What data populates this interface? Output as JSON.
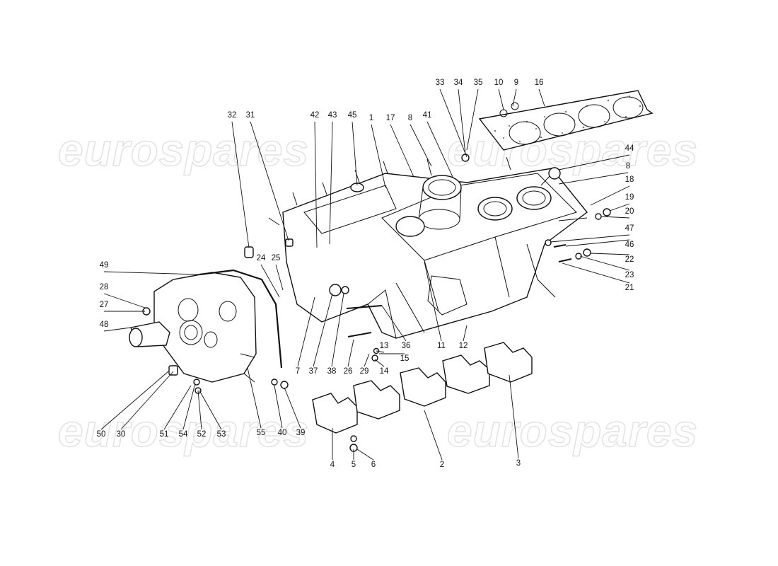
{
  "watermarks": [
    {
      "id": "wm-1",
      "text": "eurospares"
    },
    {
      "id": "wm-2",
      "text": "eurospares"
    },
    {
      "id": "wm-3",
      "text": "eurospares"
    },
    {
      "id": "wm-4",
      "text": "eurospares"
    }
  ],
  "callouts": [
    {
      "label": "1"
    },
    {
      "label": "2"
    },
    {
      "label": "3"
    },
    {
      "label": "4"
    },
    {
      "label": "5"
    },
    {
      "label": "6"
    },
    {
      "label": "7"
    },
    {
      "label": "8"
    },
    {
      "label": "8"
    },
    {
      "label": "9"
    },
    {
      "label": "10"
    },
    {
      "label": "11"
    },
    {
      "label": "12"
    },
    {
      "label": "13"
    },
    {
      "label": "14"
    },
    {
      "label": "15"
    },
    {
      "label": "16"
    },
    {
      "label": "17"
    },
    {
      "label": "18"
    },
    {
      "label": "19"
    },
    {
      "label": "20"
    },
    {
      "label": "21"
    },
    {
      "label": "22"
    },
    {
      "label": "23"
    },
    {
      "label": "24"
    },
    {
      "label": "25"
    },
    {
      "label": "26"
    },
    {
      "label": "27"
    },
    {
      "label": "28"
    },
    {
      "label": "29"
    },
    {
      "label": "30"
    },
    {
      "label": "31"
    },
    {
      "label": "32"
    },
    {
      "label": "33"
    },
    {
      "label": "34"
    },
    {
      "label": "35"
    },
    {
      "label": "36"
    },
    {
      "label": "37"
    },
    {
      "label": "38"
    },
    {
      "label": "39"
    },
    {
      "label": "40"
    },
    {
      "label": "41"
    },
    {
      "label": "42"
    },
    {
      "label": "43"
    },
    {
      "label": "44"
    },
    {
      "label": "45"
    },
    {
      "label": "46"
    },
    {
      "label": "47"
    },
    {
      "label": "48"
    },
    {
      "label": "49"
    },
    {
      "label": "50"
    },
    {
      "label": "51"
    },
    {
      "label": "52"
    },
    {
      "label": "53"
    },
    {
      "label": "54"
    },
    {
      "label": "55"
    }
  ]
}
